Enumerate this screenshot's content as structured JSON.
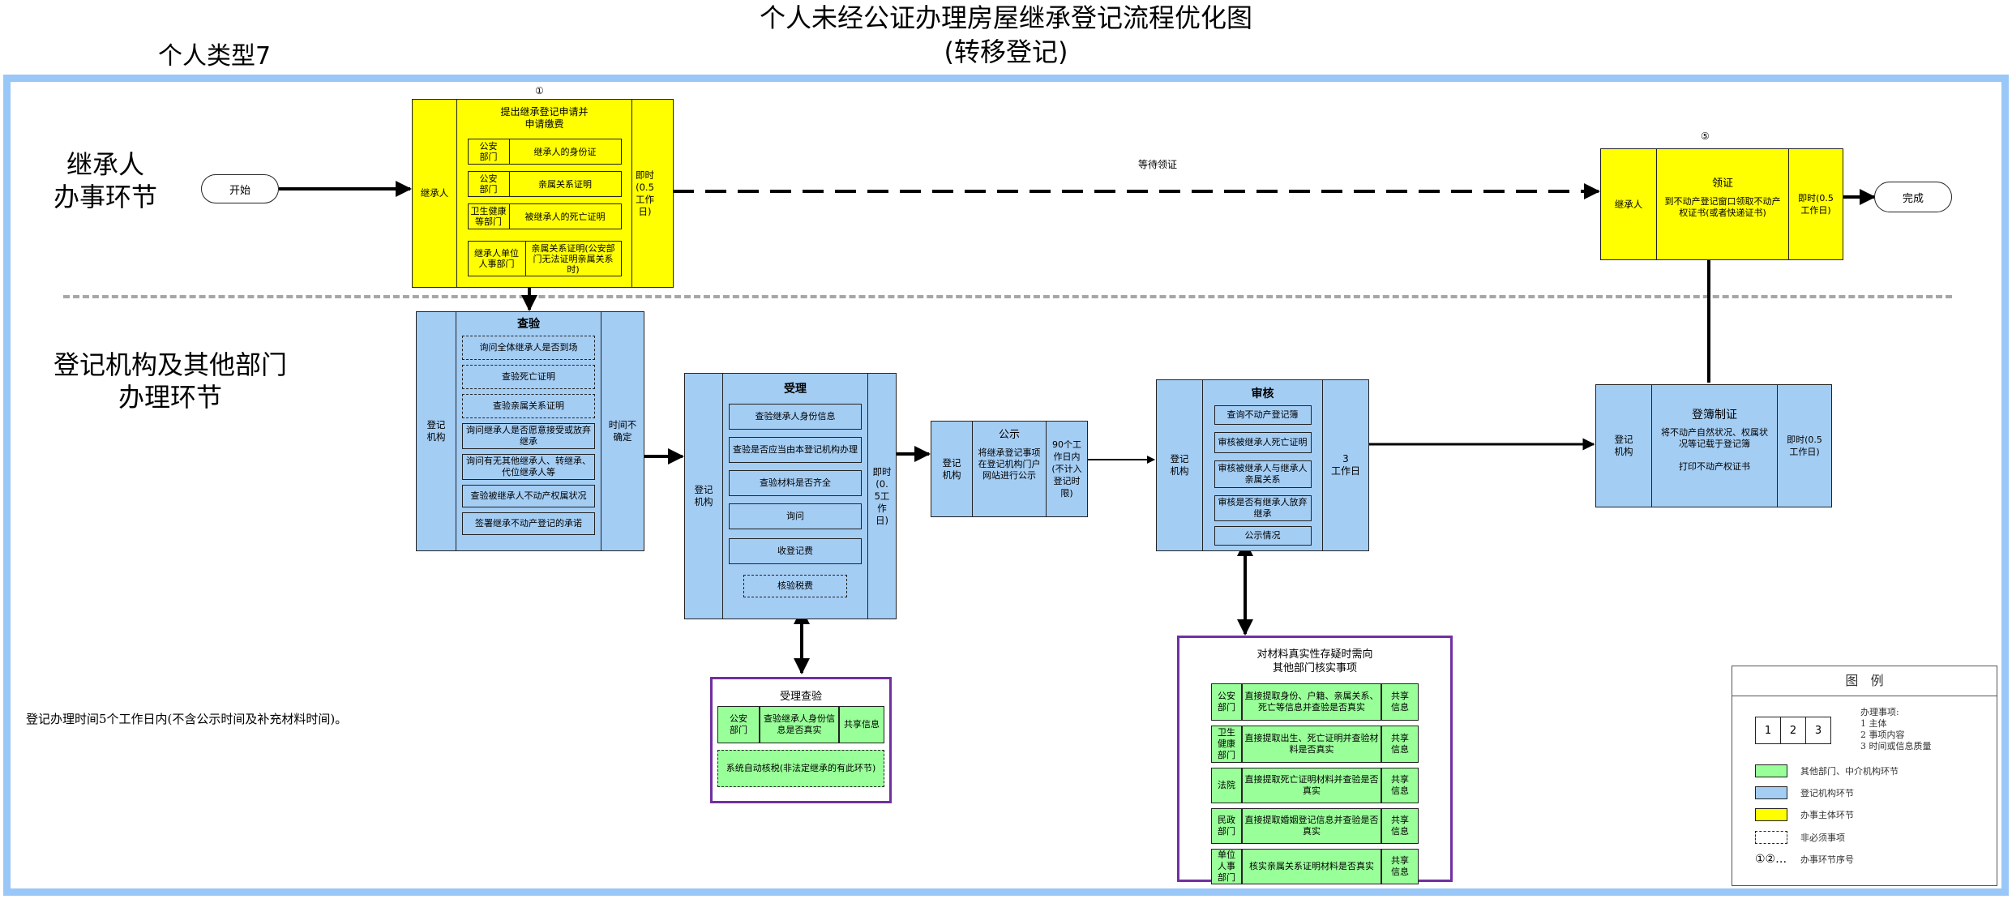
{
  "title": {
    "line1": "个人未经公证办理房屋继承登记流程优化图",
    "line2": "(转移登记)"
  },
  "type_label": "个人类型7",
  "lanes": {
    "applicant": "继承人\n办事环节",
    "agency": "登记机构及其他部门\n办理环节"
  },
  "start": "开始",
  "end": "完成",
  "wait_label": "等待领证",
  "step1": {
    "marker": "①",
    "subject": "继承人",
    "heading": "提出继承登记申请并\n申请缴费",
    "rows": [
      {
        "dept": "公安\n部门",
        "item": "继承人的身份证"
      },
      {
        "dept": "公安\n部门",
        "item": "亲属关系证明"
      },
      {
        "dept": "卫生健康\n等部门",
        "item": "被继承人的死亡证明"
      },
      {
        "dept": "继承人单位\n人事部门",
        "item": "亲属关系证明(公安部门无法证明亲属关系时)"
      }
    ],
    "time": "即时\n(0.5\n工作\n日)"
  },
  "check": {
    "subject": "登记\n机构",
    "heading": "查验",
    "items": [
      "询问全体继承人是否到场",
      "查验死亡证明",
      "查验亲属关系证明",
      "询问继承人是否愿意接受或放弃继承",
      "询问有无其他继承人、转继承、代位继承人等",
      "查验被继承人不动产权属状况",
      "签署继承不动产登记的承诺"
    ],
    "time": "时间不\n确定"
  },
  "accept": {
    "subject": "登记\n机构",
    "heading": "受理",
    "items": [
      "查验继承人身份信息",
      "查验是否应当由本登记机构办理",
      "查验材料是否齐全",
      "询问",
      "收登记费",
      "核验税费"
    ],
    "time": "即时\n(0.\n5工\n作\n日)"
  },
  "publicity": {
    "subject": "登记\n机构",
    "heading": "公示",
    "body": "将继承登记事项在登记机构门户网站进行公示",
    "time": "90个工作日内(不计入登记时限)"
  },
  "review": {
    "subject": "登记\n机构",
    "heading": "审核",
    "items": [
      "查询不动产登记簿",
      "审核被继承人死亡证明",
      "审核被继承人与继承人亲属关系",
      "审核是否有继承人放弃继承",
      "公示情况"
    ],
    "time": "3\n工作日"
  },
  "register": {
    "subject": "登记\n机构",
    "heading": "登簿制证",
    "body": "将不动产自然状况、权属状况等记载于登记簿",
    "body2": "打印不动产权证书",
    "time": "即时(0.5\n工作日)"
  },
  "collect": {
    "marker": "⑤",
    "subject": "继承人",
    "heading": "领证",
    "body": "到不动产登记窗口领取不动产权证书(或者快递证书)",
    "time": "即时(0.5\n工作日)"
  },
  "accept_check": {
    "heading": "受理查验",
    "dept": "公安\n部门",
    "item": "查验继承人身份信息是否真实",
    "share": "共享信息",
    "note": "系统自动核税(非法定继承的有此环节)"
  },
  "verify": {
    "heading": "对材料真实性存疑时需向\n其他部门核实事项",
    "rows": [
      {
        "dept": "公安\n部门",
        "item": "直接提取身份、户籍、亲属关系、死亡等信息并查验是否真实",
        "share": "共享\n信息"
      },
      {
        "dept": "卫生\n健康\n部门",
        "item": "直接提取出生、死亡证明并查验材料是否真实",
        "share": "共享\n信息"
      },
      {
        "dept": "法院",
        "item": "直接提取死亡证明材料并查验是否真实",
        "share": "共享\n信息"
      },
      {
        "dept": "民政\n部门",
        "item": "直接提取婚姻登记信息并查验是否真实",
        "share": "共享\n信息"
      },
      {
        "dept": "单位\n人事\n部门",
        "item": "核实亲属关系证明材料是否真实",
        "share": "共享\n信息"
      }
    ]
  },
  "note": "登记办理时间5个工作日内(不含公示时间及补充材料时间)。",
  "legend": {
    "title": "图   例",
    "cells": [
      "1",
      "2",
      "3"
    ],
    "items_title": "办理事项:",
    "items": [
      "1 主体",
      "2 事项内容",
      "3 时间或信息质量"
    ],
    "green": "其他部门、中介机构环节",
    "blue": "登记机构环节",
    "yellow": "办事主体环节",
    "dashed": "非必须事项",
    "seq_symbol": "①②…",
    "seq": "办事环节序号"
  },
  "colors": {
    "yellow": "#ffff00",
    "blue": "#a4cdf4",
    "green": "#99ff99",
    "frame": "#99c7f7",
    "purple": "#7030a0"
  }
}
